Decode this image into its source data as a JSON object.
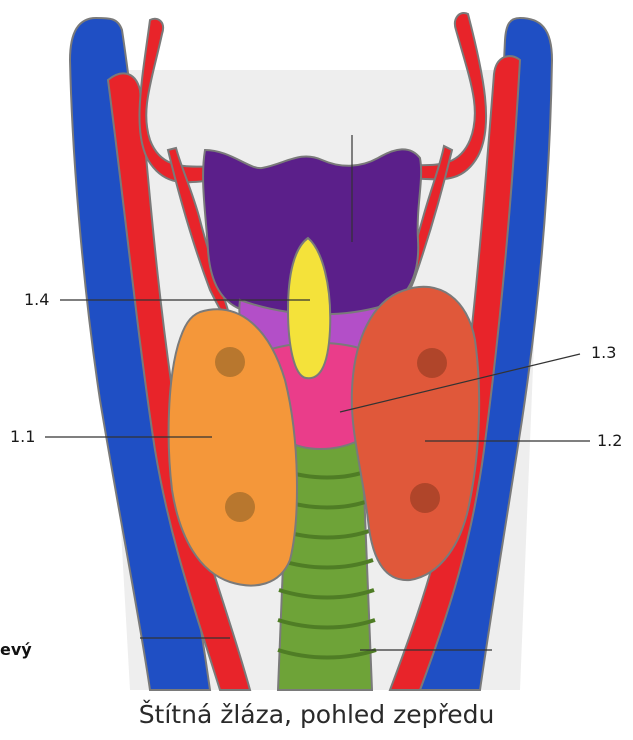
{
  "labels": {
    "l14": "1.4",
    "l11": "1.1",
    "l13": "1.3",
    "l12": "1.2"
  },
  "cut_text": "evý",
  "caption": "Štítná žláza, pohled zepředu",
  "colors": {
    "vein": "#1f4fc4",
    "artery": "#e8242a",
    "larynx": "#5b1f8a",
    "right_lobe": "#f4973a",
    "left_lobe": "#e0583a",
    "isthmus": "#ea3d8a",
    "pyramidal": "#f4e23a",
    "trachea": "#7cb342",
    "outline": "#8a8a8a"
  }
}
